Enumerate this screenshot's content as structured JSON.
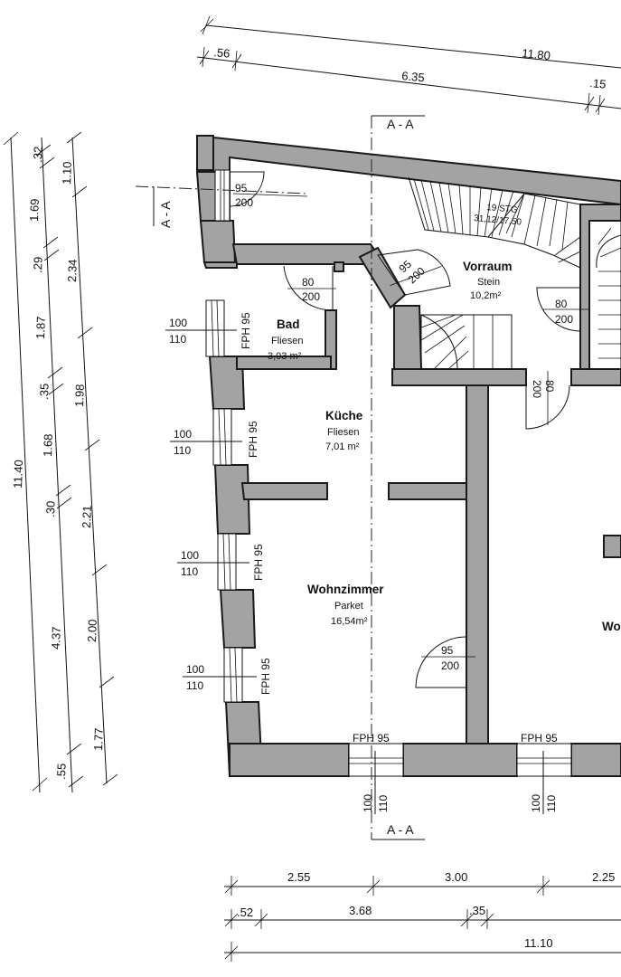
{
  "plan": {
    "top_dims": [
      "11.80",
      ".56",
      "6.35",
      ".15"
    ],
    "bottom_dims": [
      "2.55",
      "3.00",
      "2.25",
      ".52",
      "3.68",
      ".35",
      "11.10"
    ],
    "left_outer": "11.40",
    "left_mid": [
      ".32",
      "1.69",
      ".29",
      "1.87",
      ".35",
      "1.68",
      ".30",
      "4.37",
      ".55"
    ],
    "left_inner": [
      "1.10",
      "2.34",
      "1.98",
      "2.21",
      "2.00",
      "1.77"
    ],
    "section_label": "A - A",
    "rooms": {
      "vorraum": {
        "name": "Vorraum",
        "material": "Stein",
        "area": "10,2m²"
      },
      "bad": {
        "name": "Bad",
        "material": "Fliesen",
        "area": "3,03 m²"
      },
      "kueche": {
        "name": "Küche",
        "material": "Fliesen",
        "area": "7,01 m²"
      },
      "wohnzimmer": {
        "name": "Wohnzimmer",
        "material": "Parket",
        "area": "16,54m²"
      },
      "partial_room": "Wo"
    },
    "stair": {
      "line1": "19 STG",
      "line2": "31,12/17,50"
    },
    "doors": {
      "top_left": [
        "95",
        "200"
      ],
      "vorraum": [
        "95",
        "200"
      ],
      "bad": [
        "80",
        "200"
      ],
      "vorraum_right": [
        "80",
        "200"
      ],
      "lower_right": [
        "80",
        "200"
      ],
      "wohnzimmer": [
        "95",
        "200"
      ]
    },
    "windows": {
      "w1": [
        "100",
        "110"
      ],
      "w2": [
        "100",
        "110"
      ],
      "w3": [
        "100",
        "110"
      ],
      "w4": [
        "100",
        "110"
      ],
      "b1": [
        "100",
        "110"
      ],
      "b2": [
        "100",
        "110"
      ],
      "fph": "FPH 95"
    }
  }
}
